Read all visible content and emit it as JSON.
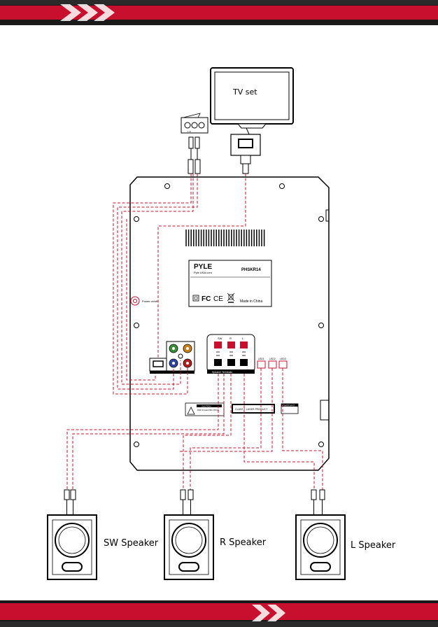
{
  "header": {
    "accent_color": "#c8102e",
    "dark_color": "#1a1a1a"
  },
  "footer": {
    "accent_color": "#c8102e",
    "dark_color": "#1a1a1a"
  },
  "tv": {
    "label": "TV set"
  },
  "rca_plate": {
    "label": "L    R"
  },
  "panel": {
    "brand": "PYLE",
    "brand_sub": "Pyle USA.com",
    "model": "PHSKR14",
    "fc": "FC",
    "ce": "CE",
    "made_in": "Made in China",
    "power_label": "Power on/off",
    "speaker_terminal_labels": [
      "SW",
      "R",
      "L"
    ],
    "speaker_terminal_caption": "Speaker Terminals",
    "led_labels": [
      "LED1",
      "LED2",
      "LED3"
    ],
    "caution_title": "CAUTION",
    "caution_sub": "RISK OF ELECTRIC SHOCK",
    "laser_label": "CLASS 1 LASER PRODUCT",
    "power_spec": "POWER INPUT"
  },
  "speakers": [
    {
      "label": "SW Speaker"
    },
    {
      "label": "R Speaker"
    },
    {
      "label": "L Speaker"
    }
  ],
  "colors": {
    "wire": "#c8102e",
    "line": "#000000",
    "jack_green": "#3a8f3a",
    "jack_orange": "#c9801c",
    "jack_blue": "#3046a0",
    "jack_red": "#b01e1e"
  }
}
